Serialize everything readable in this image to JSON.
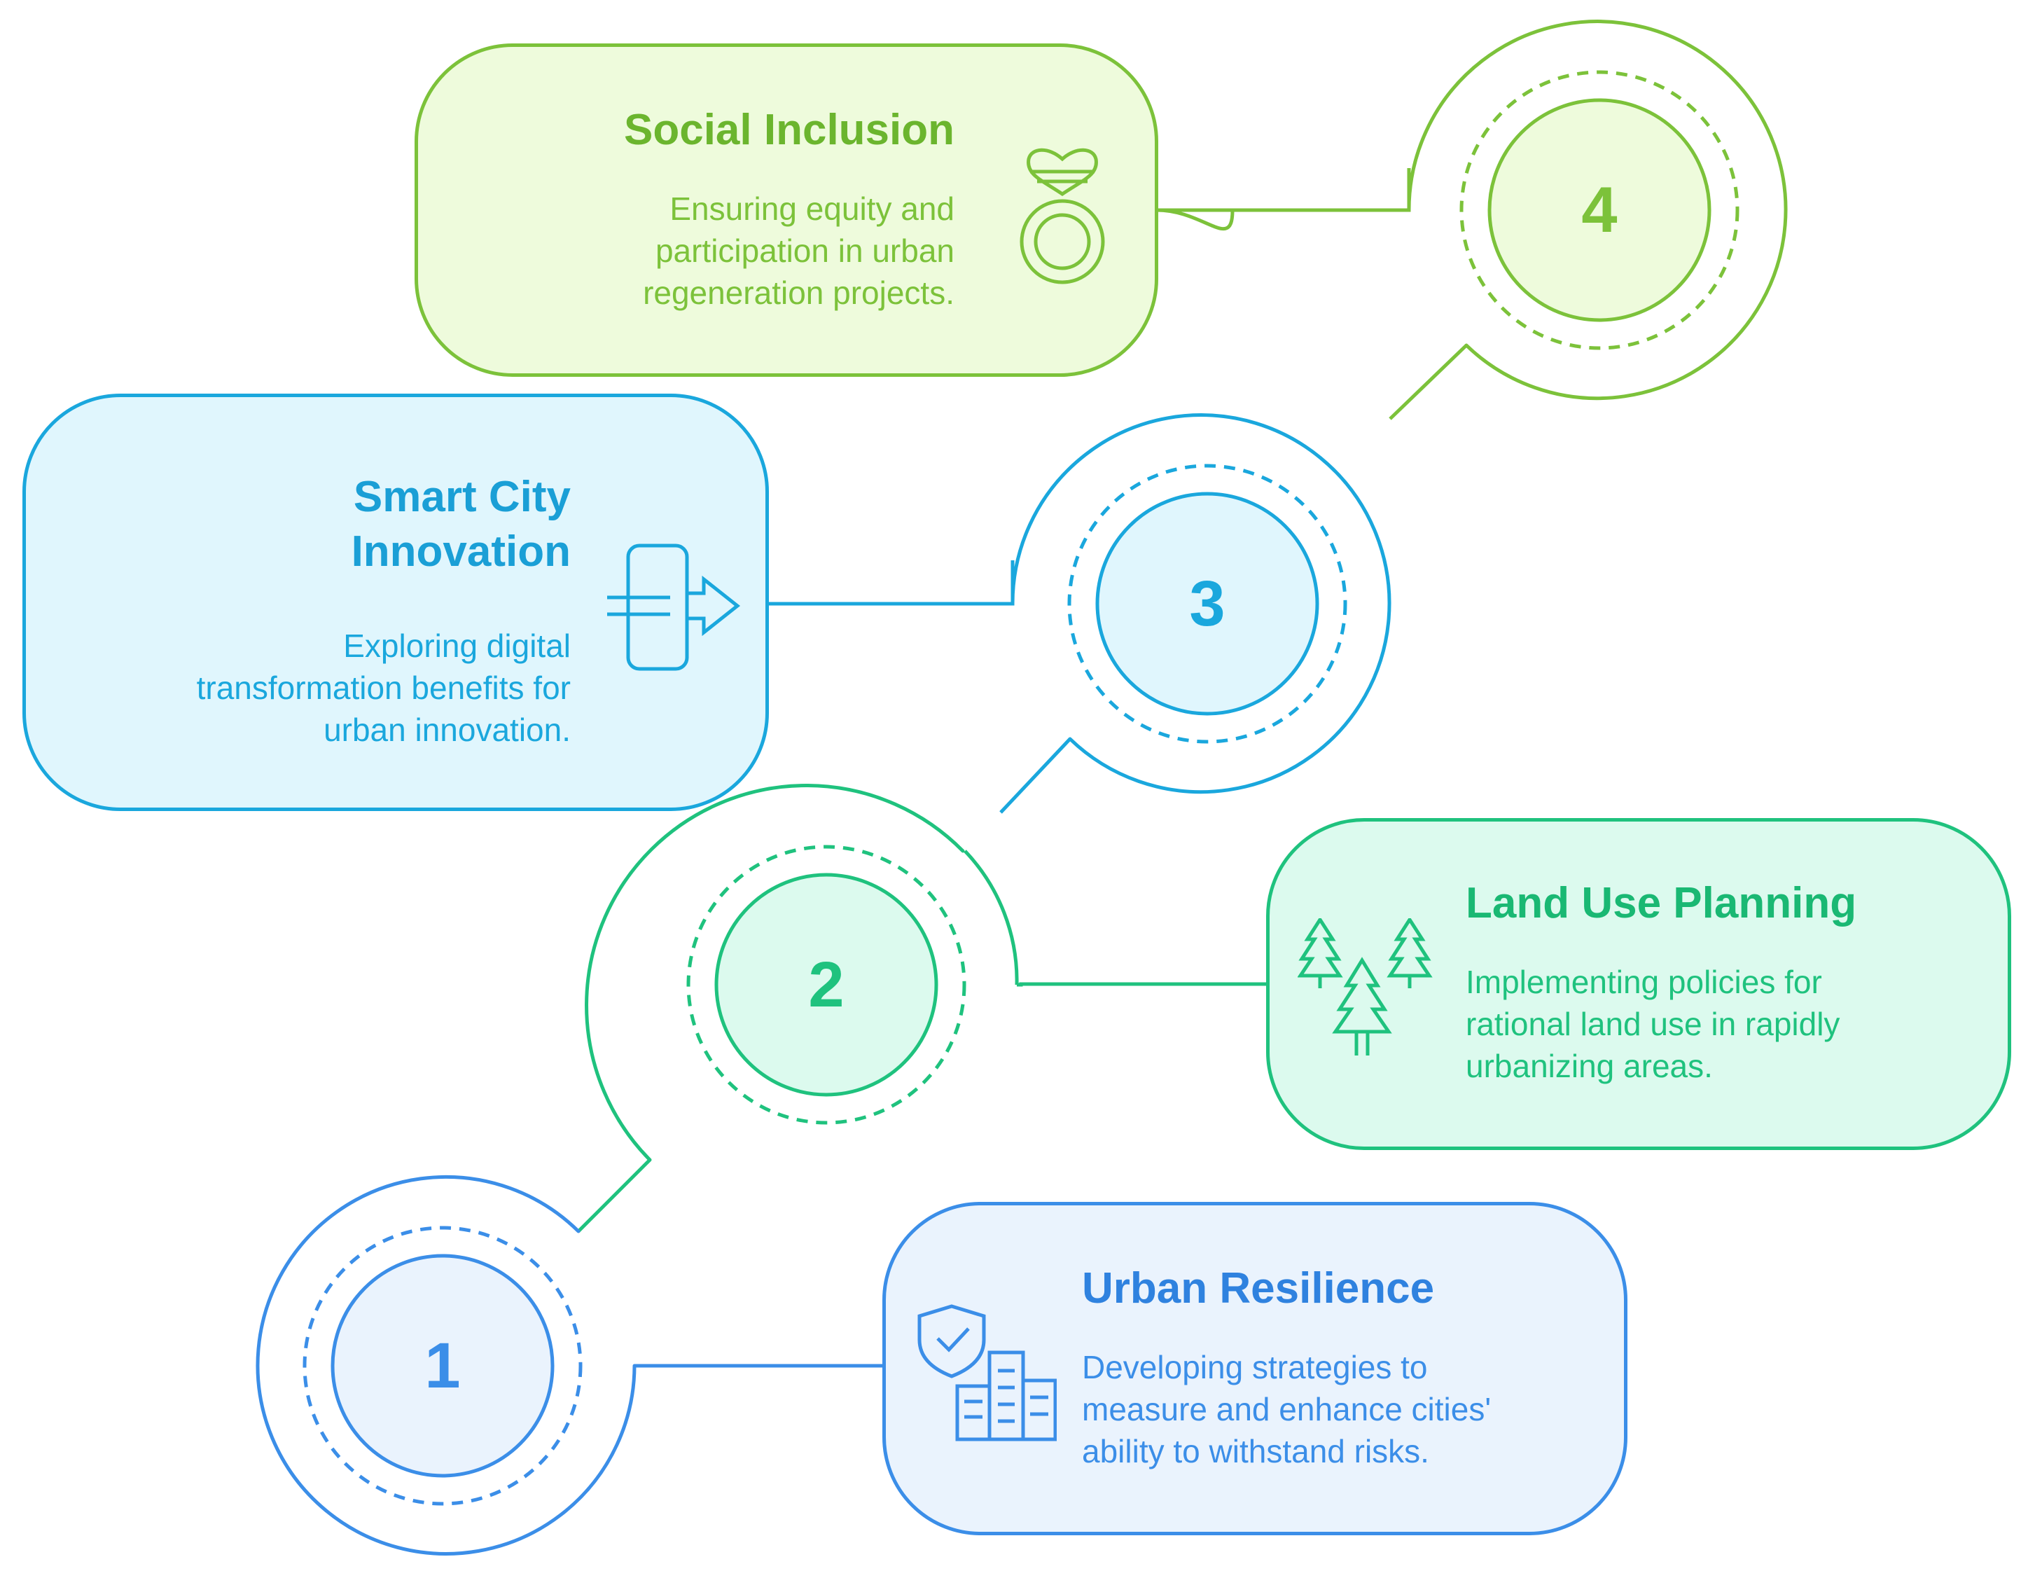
{
  "steps": [
    {
      "number": "1",
      "title": "Urban Resilience",
      "description": "Developing strategies to\nmeasure and enhance cities'\nability to withstand risks.",
      "icon": "shield-buildings-icon",
      "color": "#3b8ee8",
      "fill": "#eaf3fd"
    },
    {
      "number": "2",
      "title": "Land Use Planning",
      "description": "Implementing policies for\nrational land use in rapidly\nurbanizing areas.",
      "icon": "trees-icon",
      "color": "#1fc27e",
      "fill": "#dcfaee"
    },
    {
      "number": "3",
      "title": "Smart City\nInnovation",
      "description": "Exploring digital\ntransformation benefits for\nurban innovation.",
      "icon": "device-arrow-icon",
      "color": "#1aa7dd",
      "fill": "#e0f6fd"
    },
    {
      "number": "4",
      "title": "Social Inclusion",
      "description": "Ensuring equity and\nparticipation in urban\nregeneration projects.",
      "icon": "heart-ring-icon",
      "color": "#7cc23a",
      "fill": "#eefbdc"
    }
  ]
}
